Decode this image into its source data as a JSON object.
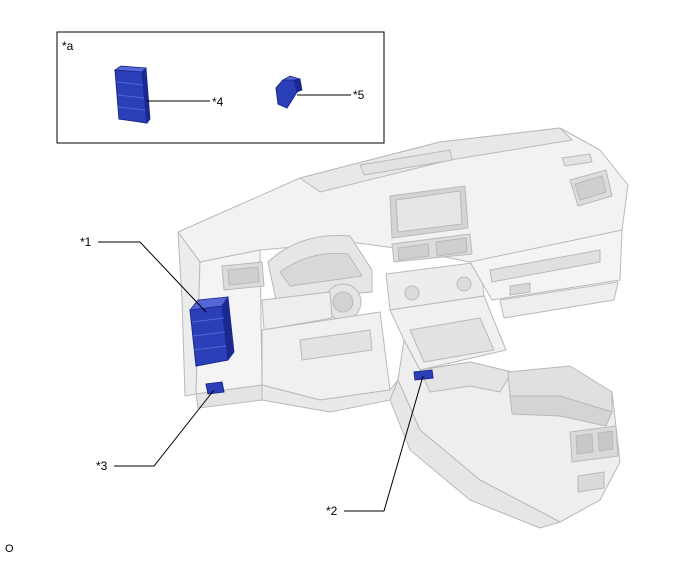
{
  "inset": {
    "label": "*a",
    "callout_4": "*4",
    "callout_5": "*5"
  },
  "callouts": {
    "c1": "*1",
    "c2": "*2",
    "c3": "*3"
  },
  "footer_code": "O",
  "colors": {
    "ecu_blue": "#2b3fb8",
    "ecu_blue_dark": "#1a2890",
    "ecu_blue_light": "#5366d6",
    "dash_fill": "#f2f2f2",
    "dash_stroke": "#b9b9b9",
    "dash_shade": "#d6d6d6"
  }
}
